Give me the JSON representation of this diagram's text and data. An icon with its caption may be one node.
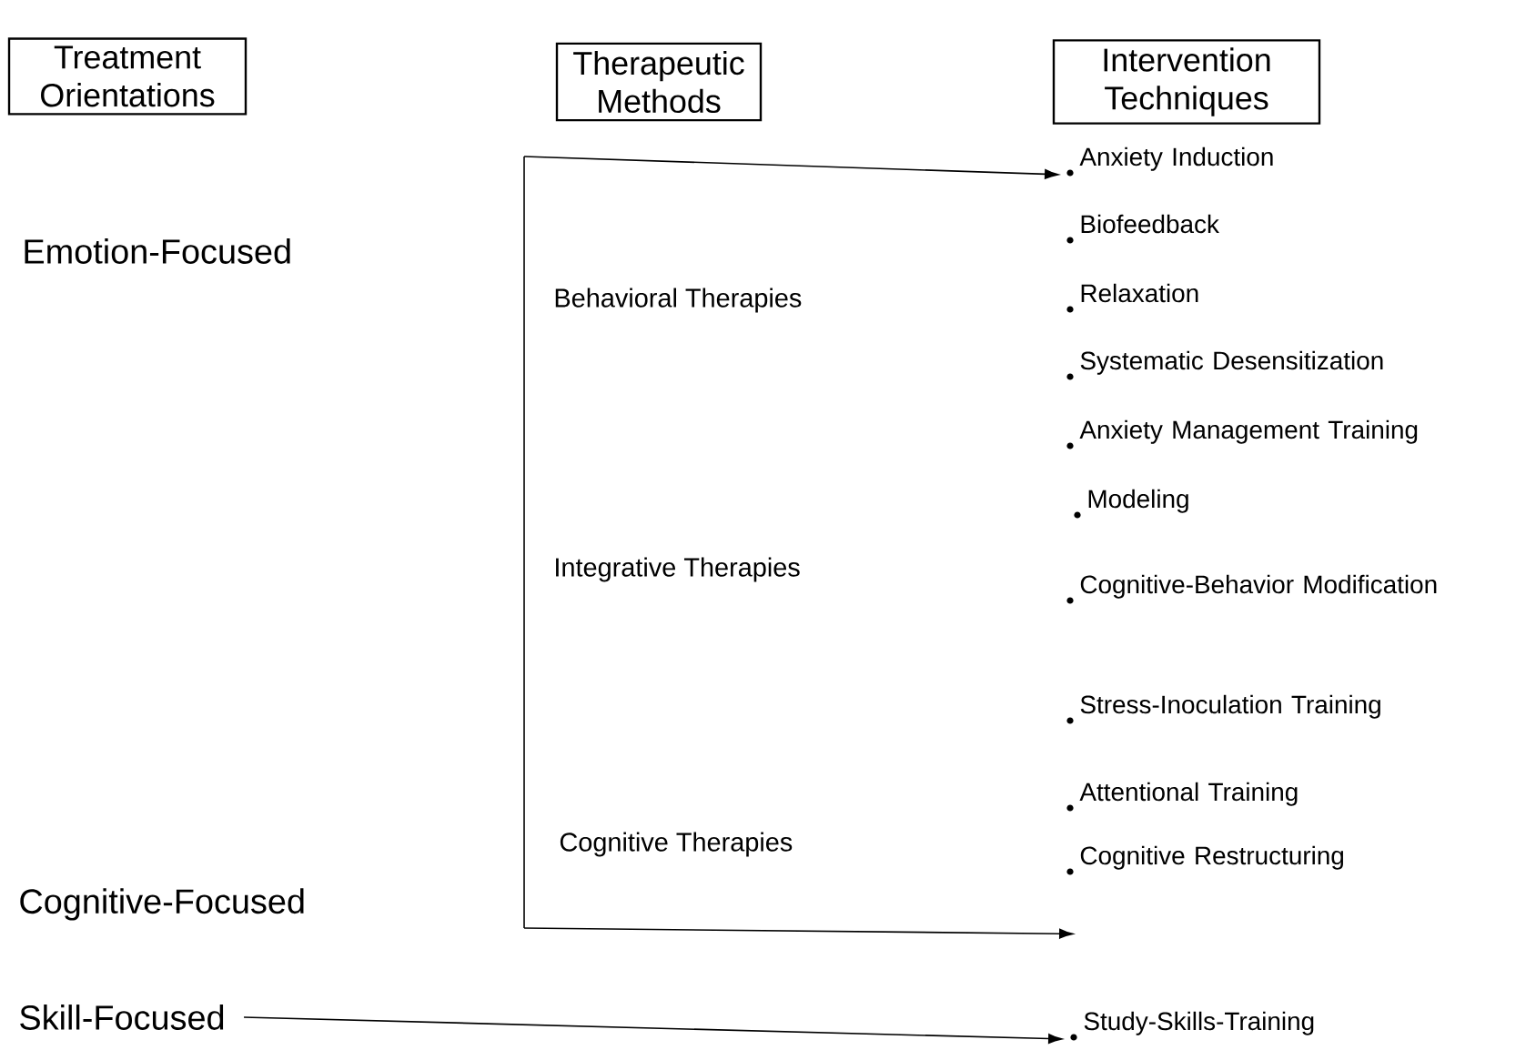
{
  "diagram": {
    "nodes": [
      {
        "text": [
          "Treatment Orientations"
        ]
      },
      {
        "text": [
          "Therapeutic Methods"
        ]
      },
      {
        "text": [
          "Intervention Techniques"
        ]
      },
      {
        "text": [
          "Emotion-Focused"
        ]
      },
      {
        "text": [
          "Cognitive-Focused"
        ]
      },
      {
        "text": [
          "Skill-Focused"
        ]
      },
      {
        "text": [
          "Behavioral Therapies"
        ]
      },
      {
        "text": [
          "Integrative Therapies"
        ]
      },
      {
        "text": [
          "Cognitive Therapies"
        ]
      },
      {
        "text": [
          "Anxiety Induction"
        ]
      },
      {
        "text": [
          "Biofeedback"
        ]
      },
      {
        "text": [
          "Relaxation"
        ]
      },
      {
        "text": [
          "Systematic Desensitization"
        ]
      },
      {
        "text": [
          "Anxiety Management Training"
        ]
      },
      {
        "text": [
          "Modeling"
        ]
      },
      {
        "text": [
          "Cognitive-Behavior Modification"
        ]
      },
      {
        "text": [
          "Stress-Inoculation Training"
        ]
      },
      {
        "text": [
          "Attentional Training"
        ]
      },
      {
        "text": [
          "Cognitive Restructuring"
        ]
      },
      {
        "text": [
          "Study-Skills-Training"
        ]
      }
    ],
    "edges": [
      {
        "from": null,
        "to": 9,
        "arrow": "to"
      },
      {
        "from": null,
        "to": 18,
        "arrow": "to"
      },
      {
        "from": 5,
        "to": 19,
        "arrow": "to"
      }
    ]
  }
}
